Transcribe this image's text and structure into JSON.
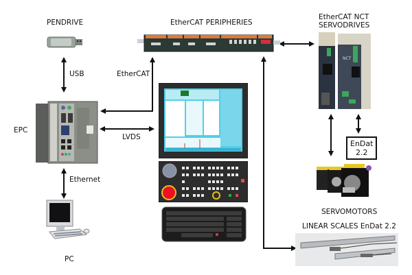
{
  "diagram": {
    "title": "CNC system architecture",
    "nodes": {
      "pendrive": {
        "label": "PENDRIVE"
      },
      "epc": {
        "label": "EPC"
      },
      "pc": {
        "label": "PC"
      },
      "peripheries": {
        "label": "EtherCAT PERIPHERIES"
      },
      "servodrives": {
        "label_line1": "EtherCAT  NCT",
        "label_line2": "SERVODRIVES"
      },
      "endat": {
        "label_line1": "EnDat",
        "label_line2": "2.2"
      },
      "servomotors": {
        "label": "SERVOMOTORS"
      },
      "linear_scales": {
        "label": "LINEAR SCALES EnDat 2.2"
      },
      "operator_panel": {
        "label": ""
      }
    },
    "connections": [
      {
        "from": "pendrive",
        "to": "epc",
        "label": "USB",
        "direction": "both"
      },
      {
        "from": "epc",
        "to": "peripheries",
        "label": "EtherCAT",
        "direction": "both"
      },
      {
        "from": "epc",
        "to": "operator_panel",
        "label": "LVDS",
        "direction": "both"
      },
      {
        "from": "epc",
        "to": "pc",
        "label": "Ethernet",
        "direction": "both"
      },
      {
        "from": "peripheries",
        "to": "servodrives",
        "label": "",
        "direction": "both"
      },
      {
        "from": "peripheries",
        "to": "linear_scales",
        "label": "",
        "direction": "both"
      },
      {
        "from": "servodrives",
        "to": "servomotors",
        "label": "",
        "direction": "both"
      },
      {
        "from": "servodrives",
        "to": "endat",
        "label": "",
        "direction": "both"
      }
    ]
  }
}
